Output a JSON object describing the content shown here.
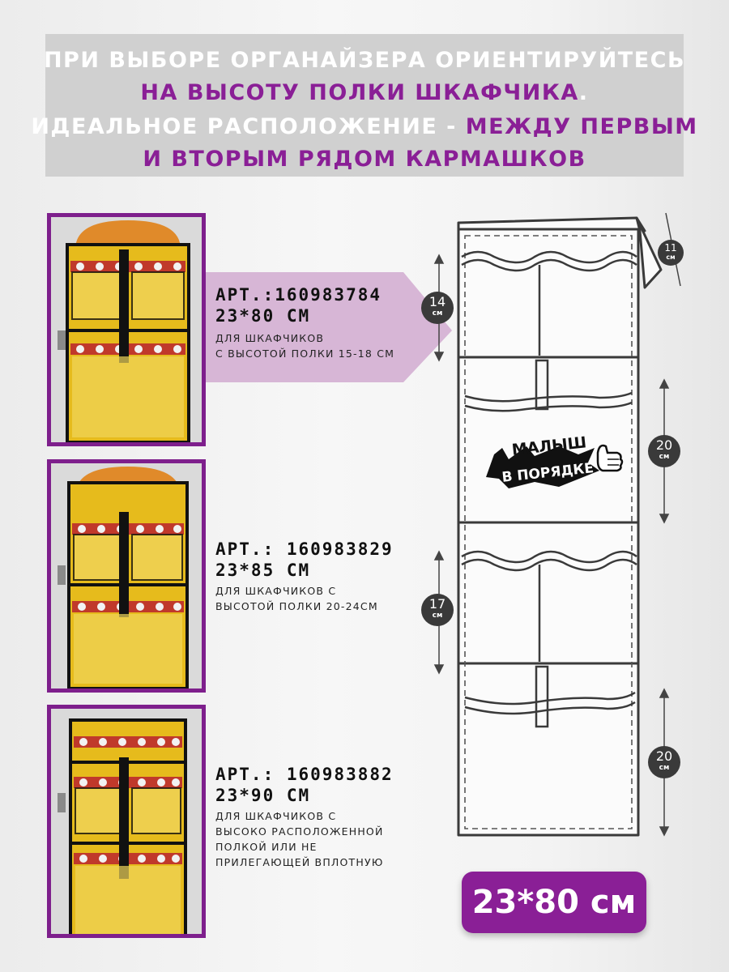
{
  "banner": {
    "line1": "ПРИ ВЫБОРЕ ОРГАНАЙЗЕРА  ОРИЕНТИРУЙТЕСЬ",
    "line2": "НА ВЫСОТУ ПОЛКИ ШКАФЧИКА",
    "line2_dot": ".",
    "line3_a": "ИДЕАЛЬНОЕ РАСПОЛОЖЕНИЕ - ",
    "line3_b": "МЕЖДУ ПЕРВЫМ",
    "line4": "И ВТОРЫМ РЯДОМ КАРМАШКОВ"
  },
  "products": [
    {
      "art": "АРТ.:160983784",
      "size": "23*80 СМ",
      "desc1": "ДЛЯ ШКАФЧИКОВ",
      "desc2": "С ВЫСОТОЙ ПОЛКИ 15-18 СМ"
    },
    {
      "art": "АРТ.: 160983829",
      "size": "23*85 СМ",
      "desc1": "ДЛЯ ШКАФЧИКОВ С",
      "desc2": "ВЫСОТОЙ ПОЛКИ 20-24СМ"
    },
    {
      "art": "АРТ.: 160983882",
      "size": "23*90 СМ",
      "desc1": "ДЛЯ ШКАФЧИКОВ С",
      "desc2": "ВЫСОКО РАСПОЛОЖЕННОЙ",
      "desc3": "ПОЛКОЙ ИЛИ НЕ",
      "desc4": "ПРИЛЕГАЮЩЕЙ ВПЛОТНУЮ"
    }
  ],
  "diagram": {
    "measurements": [
      {
        "value": "11",
        "unit": "см"
      },
      {
        "value": "14",
        "unit": "см"
      },
      {
        "value": "20",
        "unit": "см"
      },
      {
        "value": "17",
        "unit": "см"
      },
      {
        "value": "20",
        "unit": "см"
      }
    ],
    "logo_line1": "МАЛЫШ",
    "logo_line2": "В ПОРЯДКЕ"
  },
  "size_badge": "23*80 см",
  "colors": {
    "accent_purple": "#8a1f96",
    "banner_gray": "#d0d0d0",
    "product_yellow": "#e9c21a"
  }
}
